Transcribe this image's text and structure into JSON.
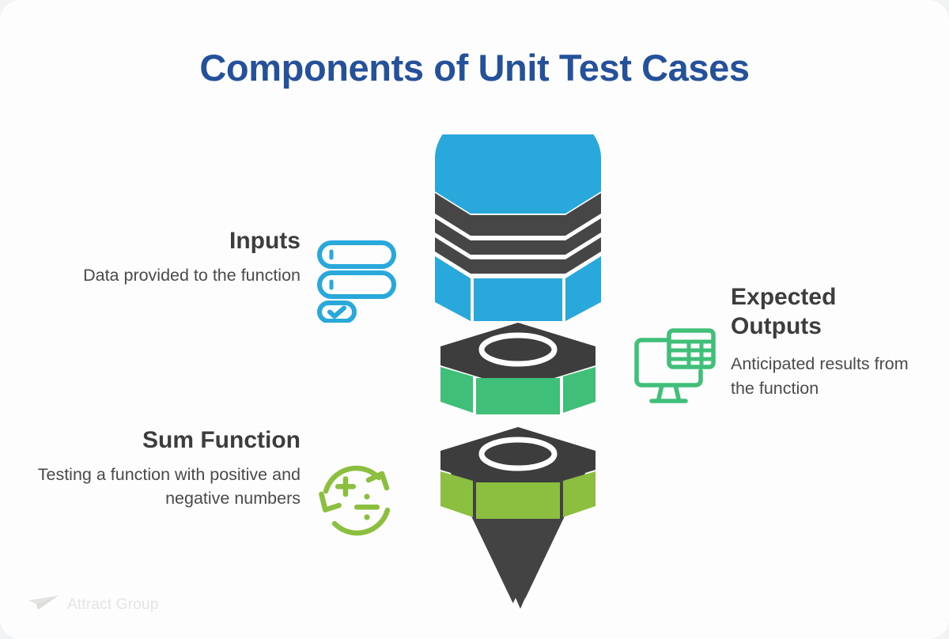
{
  "page": {
    "title": "Components of Unit Test Cases",
    "background_color": "#fdfdfd",
    "title_color": "#25509a"
  },
  "blocks": [
    {
      "id": "inputs",
      "heading": "Inputs",
      "body": "Data provided to the function",
      "icon": "form-input-icon",
      "accent_color": "#29a8dc"
    },
    {
      "id": "sum-function",
      "heading": "Sum Function",
      "body": "Testing a function with positive and negative numbers",
      "icon": "calculation-refresh-icon",
      "accent_color": "#8cbf3f"
    },
    {
      "id": "expected-outputs",
      "heading": "Expected Outputs",
      "body": "Anticipated results from the function",
      "icon": "monitor-spreadsheet-icon",
      "accent_color": "#3fbf78"
    }
  ],
  "graphic": {
    "name": "exploded-bolt-diagram",
    "parts": [
      {
        "name": "bolt-head",
        "color": "#29a8dc",
        "thread_color": "#464646"
      },
      {
        "name": "upper-nut",
        "color": "#3fbf78",
        "top_color": "#3d3d3d"
      },
      {
        "name": "lower-nut",
        "color": "#8cbf3f",
        "top_color": "#3d3d3d"
      },
      {
        "name": "screw-tip",
        "color": "#434343"
      }
    ]
  },
  "footer": {
    "logo_text": "Attract Group",
    "logo_icon": "paper-plane-icon",
    "logo_color": "#e2e5e2"
  }
}
